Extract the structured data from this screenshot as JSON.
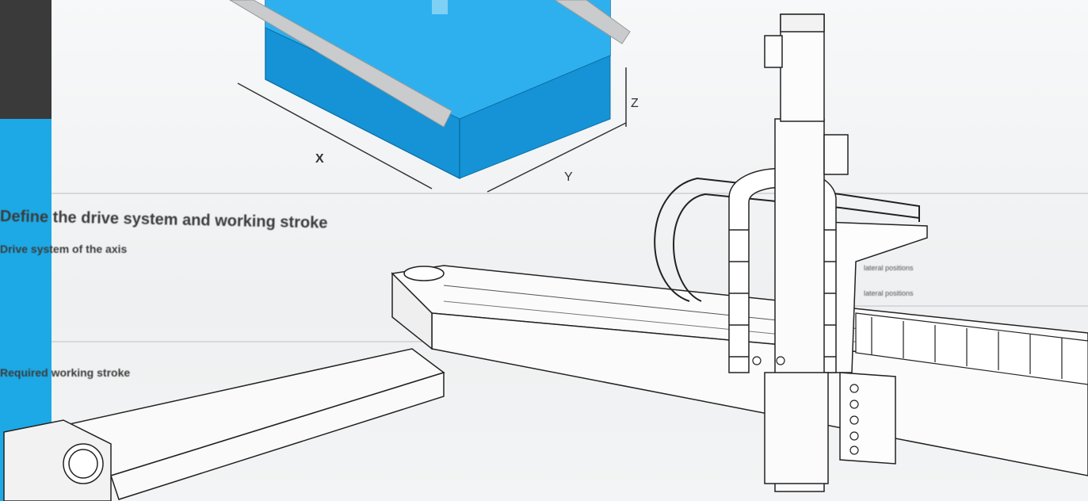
{
  "document": {
    "heading": "Define the drive system and working stroke",
    "drive_system_label": "Drive system of the axis",
    "working_stroke_label": "Required working stroke",
    "side_label_1": "lateral positions",
    "side_label_2": "lateral positions"
  },
  "diagram": {
    "axis_x": "X",
    "axis_y": "Y",
    "axis_z": "Z"
  },
  "colors": {
    "sidebar_dark": "#3a3a3a",
    "sidebar_blue": "#1ca9e6",
    "workspace_blue": "#1aa3e8"
  }
}
